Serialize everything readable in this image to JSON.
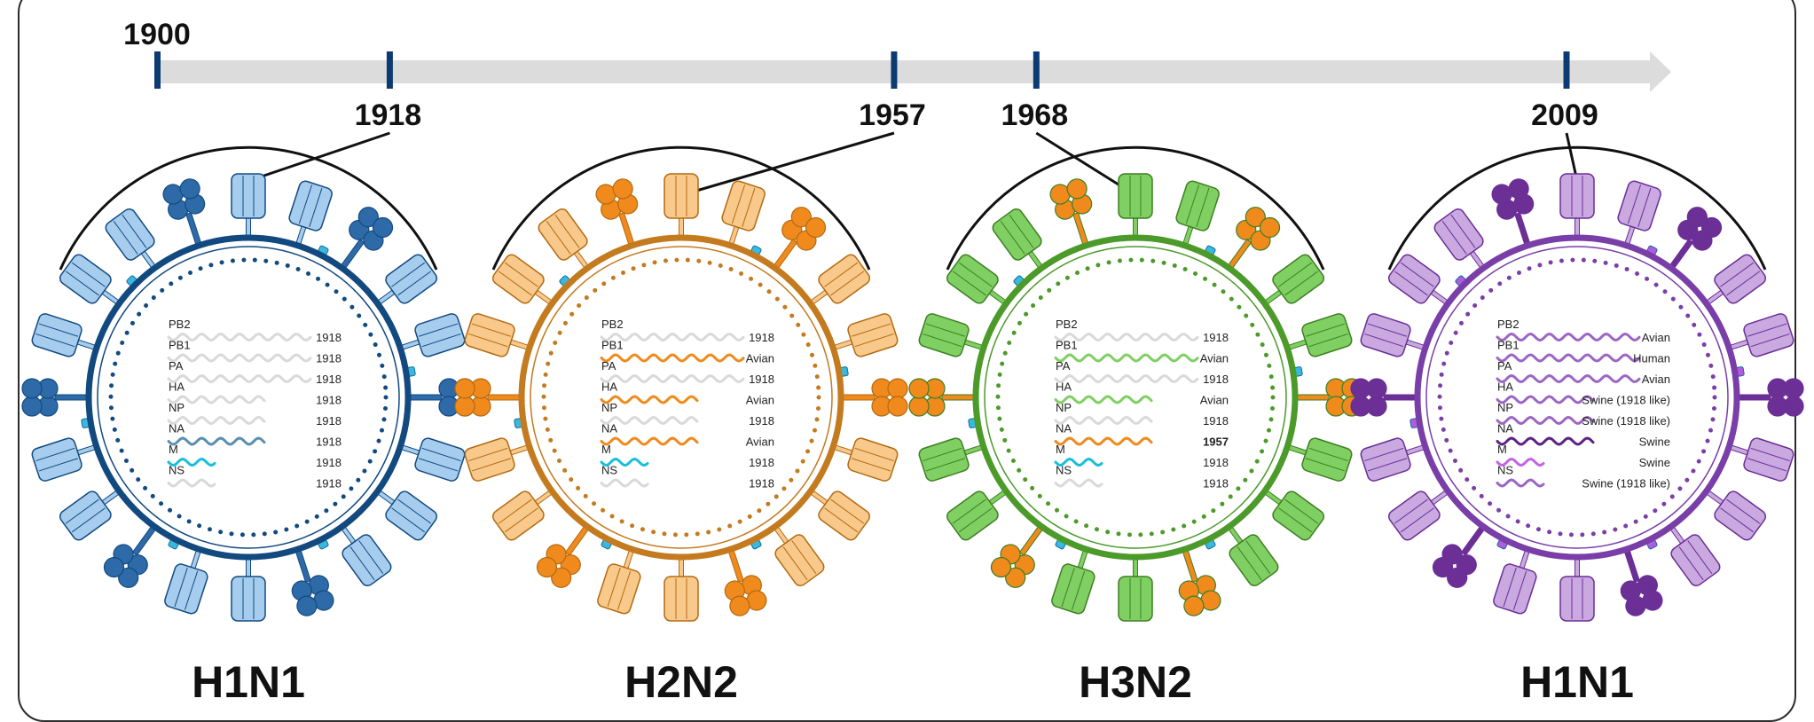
{
  "timeline": {
    "start_label": "1900",
    "years": [
      {
        "label": "1918",
        "year": 1918
      },
      {
        "label": "1957",
        "year": 1957
      },
      {
        "label": "1968",
        "year": 1968
      },
      {
        "label": "2009",
        "year": 2009
      }
    ]
  },
  "viruses": [
    {
      "name": "H1N1",
      "colors": {
        "main": "#124a80",
        "light": "#a6cdee",
        "dark": "#2f6aa8",
        "channel": "#3ab8e0",
        "stroke": "#124a80"
      },
      "segments": [
        {
          "label": "PB2",
          "origin": "1918",
          "wave_color": "#d9d9d9",
          "wave_len": 1.0
        },
        {
          "label": "PB1",
          "origin": "1918",
          "wave_color": "#d9d9d9",
          "wave_len": 1.0
        },
        {
          "label": "PA",
          "origin": "1918",
          "wave_color": "#d9d9d9",
          "wave_len": 1.0
        },
        {
          "label": "HA",
          "origin": "1918",
          "wave_color": "#d9d9d9",
          "wave_len": 0.68
        },
        {
          "label": "NP",
          "origin": "1918",
          "wave_color": "#d9d9d9",
          "wave_len": 0.68
        },
        {
          "label": "NA",
          "origin": "1918",
          "wave_color": "#5a8fb0",
          "wave_len": 0.68
        },
        {
          "label": "M",
          "origin": "1918",
          "wave_color": "#17c0d8",
          "wave_len": 0.33
        },
        {
          "label": "NS",
          "origin": "1918",
          "wave_color": "#d9d9d9",
          "wave_len": 0.33
        }
      ]
    },
    {
      "name": "H2N2",
      "colors": {
        "main": "#c47a1e",
        "light": "#f8c98a",
        "dark": "#f08a1c",
        "channel": "#3ab8e0",
        "stroke": "#b36a12"
      },
      "segments": [
        {
          "label": "PB2",
          "origin": "1918",
          "wave_color": "#d9d9d9",
          "wave_len": 1.0
        },
        {
          "label": "PB1",
          "origin": "Avian",
          "wave_color": "#f08a1c",
          "wave_len": 1.0
        },
        {
          "label": "PA",
          "origin": "1918",
          "wave_color": "#d9d9d9",
          "wave_len": 1.0
        },
        {
          "label": "HA",
          "origin": "Avian",
          "wave_color": "#f08a1c",
          "wave_len": 0.68
        },
        {
          "label": "NP",
          "origin": "1918",
          "wave_color": "#d9d9d9",
          "wave_len": 0.68
        },
        {
          "label": "NA",
          "origin": "Avian",
          "wave_color": "#f08a1c",
          "wave_len": 0.68
        },
        {
          "label": "M",
          "origin": "1918",
          "wave_color": "#17c0d8",
          "wave_len": 0.33
        },
        {
          "label": "NS",
          "origin": "1918",
          "wave_color": "#d9d9d9",
          "wave_len": 0.33
        }
      ]
    },
    {
      "name": "H3N2",
      "colors": {
        "main": "#4c9a2a",
        "light": "#7fcf63",
        "dark": "#f08a1c",
        "channel": "#3ab8e0",
        "stroke": "#3d7f22"
      },
      "segments": [
        {
          "label": "PB2",
          "origin": "1918",
          "wave_color": "#d9d9d9",
          "wave_len": 1.0
        },
        {
          "label": "PB1",
          "origin": "Avian",
          "wave_color": "#7fcf63",
          "wave_len": 1.0
        },
        {
          "label": "PA",
          "origin": "1918",
          "wave_color": "#d9d9d9",
          "wave_len": 1.0
        },
        {
          "label": "HA",
          "origin": "Avian",
          "wave_color": "#7fcf63",
          "wave_len": 0.68
        },
        {
          "label": "NP",
          "origin": "1918",
          "wave_color": "#d9d9d9",
          "wave_len": 0.68
        },
        {
          "label": "NA",
          "origin": "1957",
          "wave_color": "#f08a1c",
          "wave_len": 0.68,
          "origin_color": "#f08a1c"
        },
        {
          "label": "M",
          "origin": "1918",
          "wave_color": "#17c0d8",
          "wave_len": 0.33
        },
        {
          "label": "NS",
          "origin": "1918",
          "wave_color": "#d9d9d9",
          "wave_len": 0.33
        }
      ]
    },
    {
      "name": "H1N1",
      "colors": {
        "main": "#7a3ea8",
        "light": "#c9a9e0",
        "dark": "#6b2f96",
        "channel": "#b05ce0",
        "stroke": "#6a2e96"
      },
      "segments": [
        {
          "label": "PB2",
          "origin": "Avian",
          "wave_color": "#9b66c4",
          "wave_len": 1.0
        },
        {
          "label": "PB1",
          "origin": "Human",
          "wave_color": "#9b66c4",
          "wave_len": 1.0
        },
        {
          "label": "PA",
          "origin": "Avian",
          "wave_color": "#9b66c4",
          "wave_len": 1.0
        },
        {
          "label": "HA",
          "origin": "Swine (1918 like)",
          "wave_color": "#9b66c4",
          "wave_len": 0.68
        },
        {
          "label": "NP",
          "origin": "Swine (1918 like)",
          "wave_color": "#9b66c4",
          "wave_len": 0.68
        },
        {
          "label": "NA",
          "origin": "Swine",
          "wave_color": "#5c2384",
          "wave_len": 0.68
        },
        {
          "label": "M",
          "origin": "Swine",
          "wave_color": "#c065e8",
          "wave_len": 0.33
        },
        {
          "label": "NS",
          "origin": "Swine (1918 like)",
          "wave_color": "#9b66c4",
          "wave_len": 0.33
        }
      ]
    }
  ]
}
